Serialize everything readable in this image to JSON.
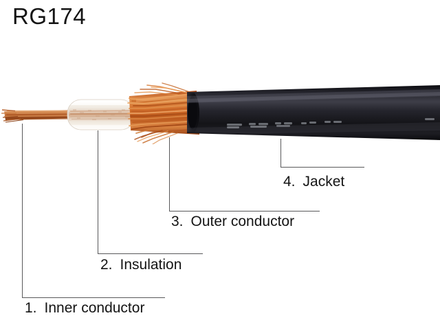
{
  "title": "RG174",
  "diagram": {
    "subject": "RG174 coaxial cable cutaway",
    "colors": {
      "background": "#ffffff",
      "text": "#141414",
      "leader_line": "#58585a",
      "inner_conductor_copper": "#b9642f",
      "inner_conductor_highlight": "#d98f5a",
      "insulation": "#efe9e0",
      "insulation_tint": "#ddc3ae",
      "braid_copper": "#c4591f",
      "braid_highlight": "#e08a45",
      "jacket": "#121216",
      "jacket_highlight": "#3a3a42",
      "jacket_print": "#b9bcc4"
    }
  },
  "callouts": [
    {
      "number": "1.",
      "label": "Inner conductor",
      "part": "inner-conductor"
    },
    {
      "number": "2.",
      "label": "Insulation",
      "part": "insulation"
    },
    {
      "number": "3.",
      "label": "Outer conductor",
      "part": "outer-conductor"
    },
    {
      "number": "4.",
      "label": "Jacket",
      "part": "jacket"
    }
  ]
}
